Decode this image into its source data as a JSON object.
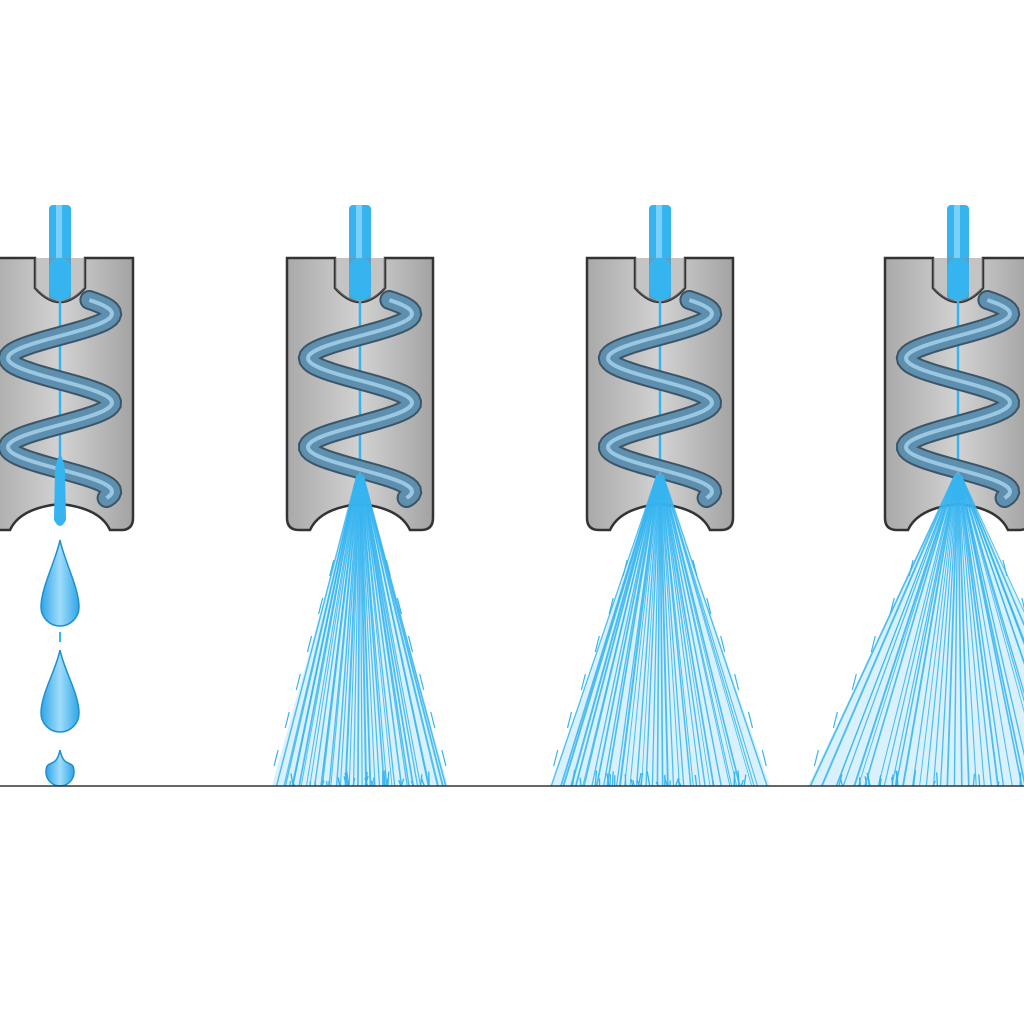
{
  "colors": {
    "background": "#ffffff",
    "nozzle_body": "#b9b9b9",
    "nozzle_outline": "#333333",
    "helix": "#5f8fae",
    "helix_highlight": "#a9d4ee",
    "water": "#35b4f0",
    "water_light": "#8fd6fa",
    "ground": "#333333"
  },
  "nozzles": [
    {
      "mode": "drip"
    },
    {
      "mode": "spray",
      "spread": "narrow"
    },
    {
      "mode": "spray",
      "spread": "medium"
    },
    {
      "mode": "spray",
      "spread": "wide"
    }
  ]
}
